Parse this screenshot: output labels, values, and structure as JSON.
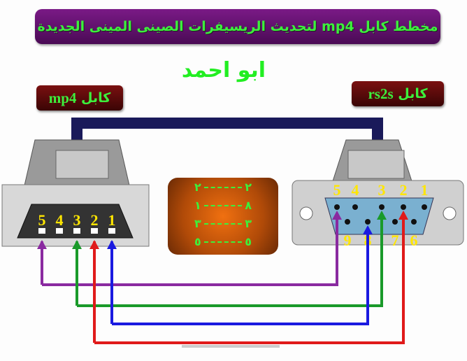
{
  "title": "مخطط كابل mp4 لتحديث الريسيفرات الصينى المينى الجديدة",
  "author": "ابو احمد",
  "left_label": {
    "prefix": "كابل",
    "name": "mp4"
  },
  "right_label": {
    "prefix": "كابل",
    "name": "rs2s"
  },
  "mp4_pins": [
    "5",
    "4",
    "3",
    "2",
    "1"
  ],
  "db9_top_pins": [
    "5",
    "4",
    "3",
    "2",
    "1"
  ],
  "db9_bottom_pins": [
    "9",
    "8",
    "7",
    "6"
  ],
  "pin_map": [
    {
      "left": "٢",
      "right": "٢"
    },
    {
      "left": "١",
      "right": "٨"
    },
    {
      "left": "٣",
      "right": "٣"
    },
    {
      "left": "٥",
      "right": "٥"
    }
  ],
  "wires": [
    {
      "from_pin": "5",
      "to_pin": "5",
      "color": "#8a2aa0"
    },
    {
      "from_pin": "3",
      "to_pin": "3",
      "color": "#1a9a2a"
    },
    {
      "from_pin": "1",
      "to_pin": "8",
      "color": "#1a1ae0"
    },
    {
      "from_pin": "2",
      "to_pin": "2",
      "color": "#e01a1a"
    }
  ]
}
